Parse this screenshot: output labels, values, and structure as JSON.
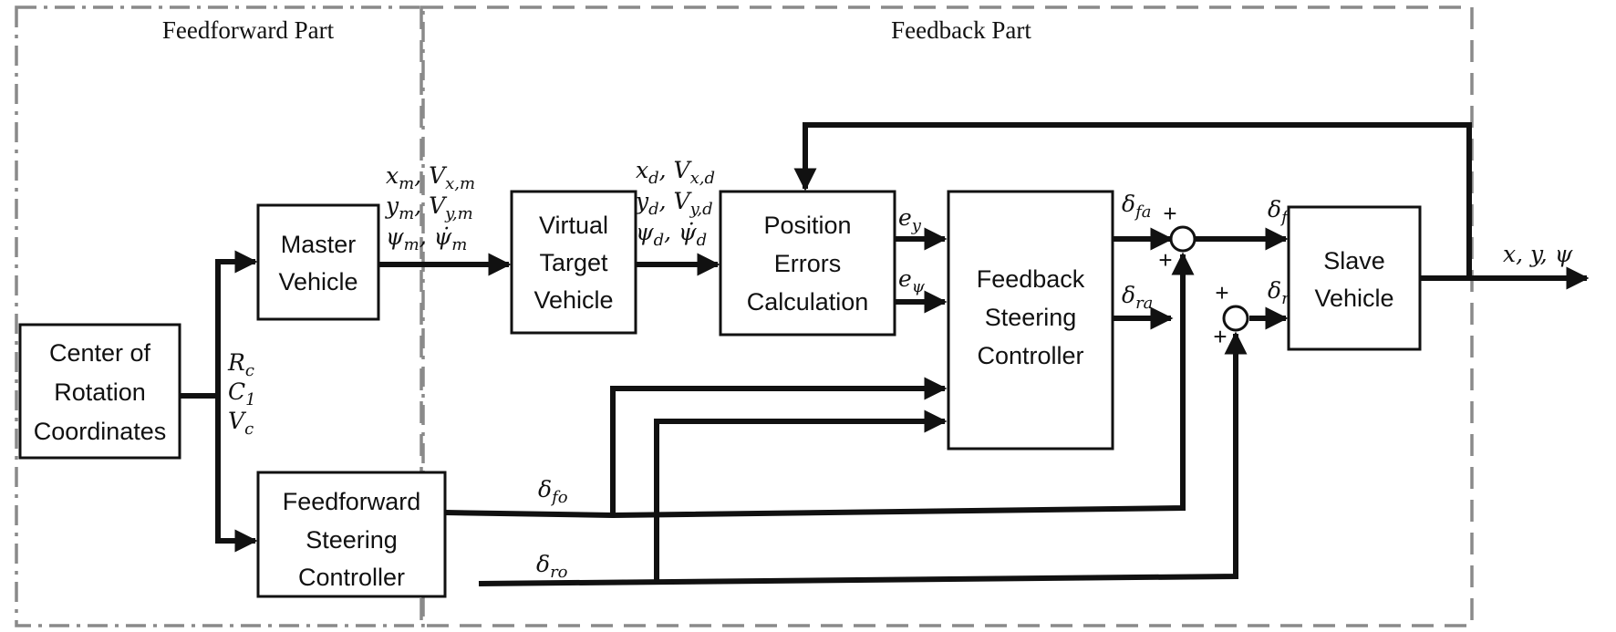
{
  "regions": {
    "feedforward_title": "Feedforward Part",
    "feedback_title": "Feedback Part"
  },
  "blocks": {
    "center_rotation": [
      "Center of",
      "Rotation",
      "Coordinates"
    ],
    "master_vehicle": [
      "Master",
      "Vehicle"
    ],
    "feedforward_controller": [
      "Feedforward",
      "Steering",
      "Controller"
    ],
    "virtual_target": [
      "Virtual",
      "Target",
      "Vehicle"
    ],
    "position_errors": [
      "Position",
      "Errors",
      "Calculation"
    ],
    "feedback_controller": [
      "Feedback",
      "Steering",
      "Controller"
    ],
    "slave_vehicle": [
      "Slave",
      "Vehicle"
    ]
  },
  "signals": {
    "rc": [
      "R",
      "c"
    ],
    "c1": [
      "C",
      "1"
    ],
    "vc": [
      "V",
      "c"
    ],
    "master_out_1": [
      "x",
      "m",
      ", V",
      "x,m"
    ],
    "master_out_2": [
      "y",
      "m",
      ", V",
      "y,m"
    ],
    "master_out_3": [
      "ψ",
      "m",
      ", ψ̇",
      "m"
    ],
    "target_out_1": [
      "x",
      "d",
      ", V",
      "x,d"
    ],
    "target_out_2": [
      "y",
      "d",
      ", V",
      "y,d"
    ],
    "target_out_3": [
      "ψ",
      "d",
      ", ψ̇",
      "d"
    ],
    "ey": [
      "e",
      "y"
    ],
    "epsi": [
      "e",
      "ψ"
    ],
    "delta_fa": [
      "δ",
      "fa"
    ],
    "delta_ra": [
      "δ",
      "ra"
    ],
    "delta_f": [
      "δ",
      "f"
    ],
    "delta_r": [
      "δ",
      "r"
    ],
    "delta_fo": [
      "δ",
      "fo"
    ],
    "delta_ro": [
      "δ",
      "ro"
    ],
    "output": "x, y, ψ",
    "plus": "+"
  },
  "colors": {
    "line": "#111111",
    "region_border": "#8a8a8a",
    "background": "#ffffff"
  }
}
